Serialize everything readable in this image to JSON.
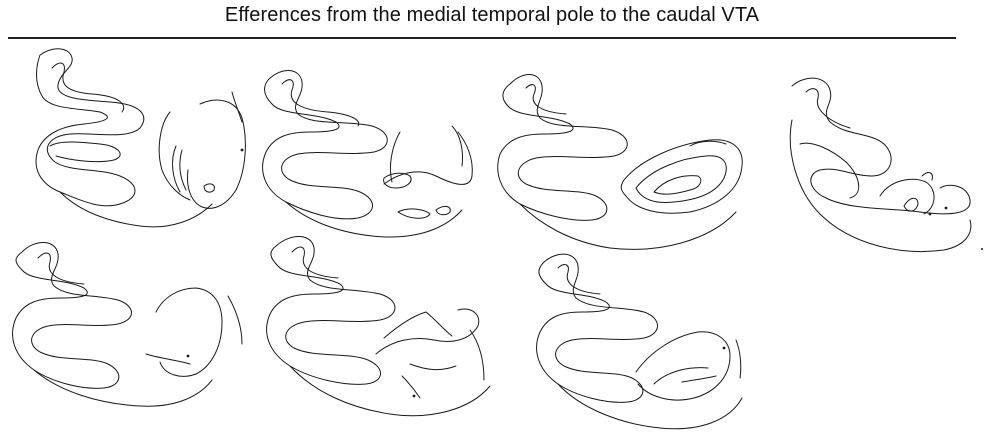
{
  "figure": {
    "title": "Efferences from the medial temporal pole to the caudal VTA",
    "sections": [
      {
        "id": "section-1",
        "has_label_dot": true
      },
      {
        "id": "section-2",
        "has_label_dot": false
      },
      {
        "id": "section-3",
        "has_label_dot": false
      },
      {
        "id": "section-4",
        "has_label_dot": true
      },
      {
        "id": "section-5",
        "has_label_dot": true
      },
      {
        "id": "section-6",
        "has_label_dot": true
      },
      {
        "id": "section-7",
        "has_label_dot": true
      }
    ],
    "colors": {
      "line": "#1a1a1a",
      "background": "#ffffff"
    }
  }
}
